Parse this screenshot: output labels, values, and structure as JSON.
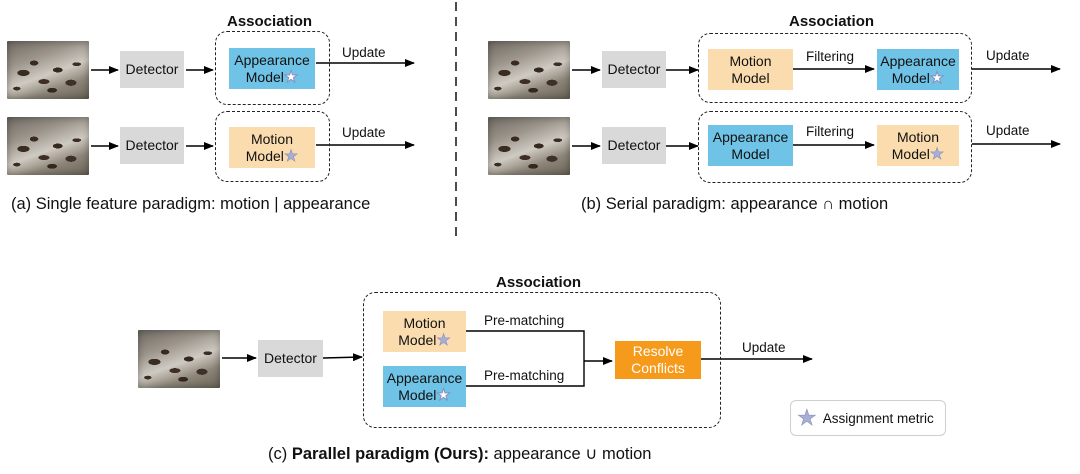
{
  "panel_a": {
    "title": "Association",
    "detector_label": "Detector",
    "row1_model_line1": "Appearance",
    "row1_model_line2": "Model",
    "row2_model_line1": "Motion",
    "row2_model_line2": "Model",
    "update_label": "Update",
    "caption": "(a) Single feature paradigm: motion | appearance"
  },
  "panel_b": {
    "title": "Association",
    "detector_label": "Detector",
    "row1_first_line1": "Motion",
    "row1_first_line2": "Model",
    "row1_second_line1": "Appearance",
    "row1_second_line2": "Model",
    "row2_first_line1": "Appearance",
    "row2_first_line2": "Model",
    "row2_second_line1": "Motion",
    "row2_second_line2": "Model",
    "filtering_label": "Filtering",
    "update_label": "Update",
    "caption": "(b) Serial paradigm: appearance ∩ motion"
  },
  "panel_c": {
    "title": "Association",
    "detector_label": "Detector",
    "motion_line1": "Motion",
    "motion_line2": "Model",
    "appearance_line1": "Appearance",
    "appearance_line2": "Model",
    "prematching_label": "Pre-matching",
    "resolve_line1": "Resolve",
    "resolve_line2": "Conflicts",
    "update_label": "Update",
    "caption_prefix": "(c) ",
    "caption_bold": "Parallel paradigm (Ours):",
    "caption_suffix": " appearance ∪ motion"
  },
  "legend": {
    "label": "Assignment metric",
    "icon": "star-icon"
  },
  "colors": {
    "detector": "#d9d9d9",
    "appearance": "#6ec3e6",
    "motion": "#fbdcae",
    "resolve": "#f59a1b",
    "star": "#a8afd4"
  }
}
